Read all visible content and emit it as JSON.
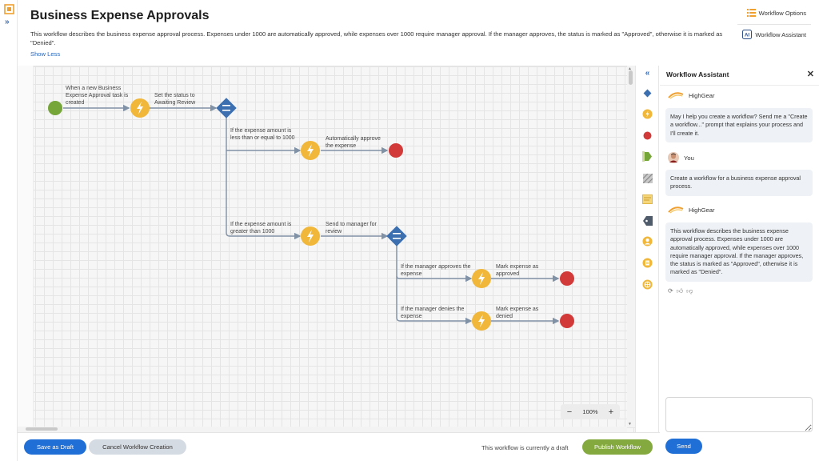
{
  "window": {
    "title": "Business Expense Approvals"
  },
  "header": {
    "description": "This workflow describes the business expense approval process. Expenses under 1000 are automatically approved, while expenses over 1000 require manager approval. If the manager approves, the status is marked as \"Approved\", otherwise it is marked as \"Denied\".",
    "show_less": "Show Less",
    "workflow_options": "Workflow Options",
    "workflow_assistant": "Workflow Assistant"
  },
  "flow": {
    "labels": {
      "start": "When a new Business Expense Approval task is created",
      "set_status": "Set the status to Awaiting Review",
      "cond_low": "If the expense amount is less than or equal to 1000",
      "auto_approve": "Automatically approve the expense",
      "cond_high": "If the expense amount is greater than 1000",
      "send_manager": "Send to manager for review",
      "mgr_approves": "If the manager approves the expense",
      "mark_approved": "Mark expense as approved",
      "mgr_denies": "If the manager denies the expense",
      "mark_denied": "Mark expense as denied"
    },
    "colors": {
      "start": "#76a53a",
      "action": "#f0b73a",
      "condition": "#3b6fb0",
      "end": "#d23a3a",
      "line": "#8191a6"
    }
  },
  "zoom": {
    "minus": "−",
    "level": "100%",
    "plus": "+"
  },
  "palette": {
    "collapse": "«",
    "items": [
      "condition-icon",
      "action-icon",
      "end-icon",
      "input-icon",
      "pattern-icon",
      "note-icon",
      "tag-icon",
      "person-icon",
      "document-icon",
      "globe-icon"
    ]
  },
  "assistant": {
    "title": "Workflow Assistant",
    "close": "✕",
    "messages": [
      {
        "sender": "HighGear",
        "text": "May I help you create a workflow? Send me a \"Create a workflow...\" prompt that explains your process and I'll create it."
      },
      {
        "sender": "You",
        "text": "Create a workflow for a business expense approval process."
      },
      {
        "sender": "HighGear",
        "text": "This workflow describes the business expense approval process. Expenses under 1000 are automatically approved, while expenses over 1000 require manager approval. If the manager approves, the status is marked as \"Approved\", otherwise it is marked as \"Denied\"."
      }
    ],
    "send": "Send"
  },
  "footer": {
    "save_draft": "Save as Draft",
    "cancel": "Cancel Workflow Creation",
    "status": "This workflow is currently a draft",
    "publish": "Publish Workflow"
  }
}
